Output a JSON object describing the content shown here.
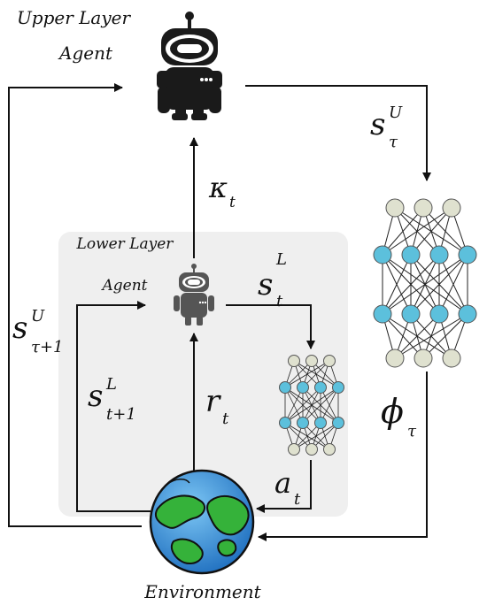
{
  "upper_agent": {
    "line1": "Upper Layer",
    "line2": "Agent"
  },
  "lower_agent": {
    "line1": "Lower Layer",
    "line2": "Agent"
  },
  "environment": {
    "label": "Environment"
  },
  "math": {
    "s_tau_U": {
      "base": "s",
      "sup": "U",
      "sub": "τ"
    },
    "s_tau1_U": {
      "base": "s",
      "sup": "U",
      "sub": "τ+1"
    },
    "kappa_t": {
      "base": "κ",
      "sub": "t"
    },
    "s_t_L": {
      "base": "s",
      "sup": "L",
      "sub": "t"
    },
    "s_t1_L": {
      "base": "s",
      "sup": "L",
      "sub": "t+1"
    },
    "r_t": {
      "base": "r",
      "sub": "t"
    },
    "a_t": {
      "base": "a",
      "sub": "t"
    },
    "phi_tau": {
      "base": "ϕ",
      "sub": "τ"
    }
  },
  "colors": {
    "robot": "#1a1a1a",
    "panel": "#efefef",
    "node_top": "#dfe1cf",
    "node_mid": "#5cc0dc",
    "globe_water": "#2e86d4",
    "globe_land": "#35b23a"
  }
}
